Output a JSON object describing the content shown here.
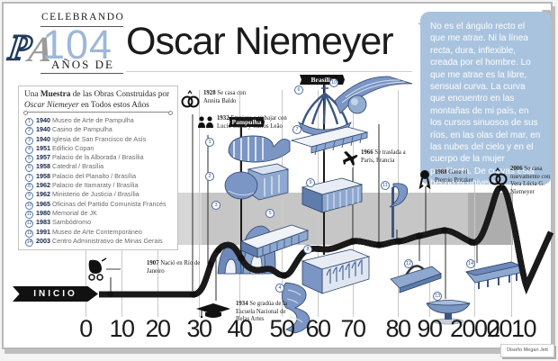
{
  "header": {
    "celebrando": "CELEBRANDO",
    "years_number": "104",
    "anos_de": "AÑOS DE",
    "title": "Oscar Niemeyer",
    "logo_p": "P",
    "logo_a": "A"
  },
  "quote": {
    "text": "No es el ángulo recto el que me atrae. Ni la línea recta, dura, inflexible, creada por el hombre. Lo que me atrae es la libre, sensual curva. La curva que encuentro en las montañas de mi país, en los cursos sinuosos de sus ríos, en las olas del mar, en las nubes del cielo y en el cuerpo de la mujer predilecta. De curvas está hecho el universo."
  },
  "works": {
    "heading_pre": "Una ",
    "heading_bold": "Muestra",
    "heading_mid": " de las Obras Construidas por ",
    "heading_italic": "Oscar Niemeyer",
    "heading_post": " en Todos estos Años",
    "items": [
      {
        "num": "1",
        "year": "1940",
        "name": "Museo de Arte de Pampulha"
      },
      {
        "num": "2",
        "year": "1940",
        "name": "Casino de Pampulha"
      },
      {
        "num": "3",
        "year": "1940",
        "name": "Iglesia de San Francisco de Asís"
      },
      {
        "num": "4",
        "year": "1951",
        "name": "Edificio Copan"
      },
      {
        "num": "5",
        "year": "1957",
        "name": "Palacio de la Alborada / Brasília"
      },
      {
        "num": "6",
        "year": "1958",
        "name": "Catedral / Brasília"
      },
      {
        "num": "7",
        "year": "1958",
        "name": "Palacio del Planalto / Brasília"
      },
      {
        "num": "8",
        "year": "1962",
        "name": "Palacio de Itamaraty / Brasília"
      },
      {
        "num": "9",
        "year": "1962",
        "name": "Ministerio de Justicia / Brasília"
      },
      {
        "num": "10",
        "year": "1965",
        "name": "Oficinas del Partido Comunista Francés"
      },
      {
        "num": "11",
        "year": "1980",
        "name": "Memorial de JK"
      },
      {
        "num": "12",
        "year": "1983",
        "name": "Sambódromo"
      },
      {
        "num": "13",
        "year": "1991",
        "name": "Museo de Arte Contemporáneo"
      },
      {
        "num": "14",
        "year": "2003",
        "name": "Centro Administrativo de Minas Gerais"
      }
    ]
  },
  "timeline": {
    "inicio_label": "INICIO",
    "decades": [
      "0",
      "10",
      "20",
      "30",
      "40",
      "50",
      "60",
      "70",
      "80",
      "90",
      "2000",
      "2010"
    ],
    "groups": [
      {
        "label": "Pampulha"
      },
      {
        "label": "Brasília"
      }
    ],
    "events": [
      {
        "year": "1907",
        "text": "Nació en Río de Janeiro",
        "icon": "baby-carriage"
      },
      {
        "year": "1928",
        "text": "Se casa con Annita Baldo",
        "icon": "wedding-rings"
      },
      {
        "year": "1932",
        "text": "Empieza a trabajar con Lucio Costa y Carlos Leão",
        "icon": "people"
      },
      {
        "year": "1934",
        "text": "Se gradúa de la Escuela Nacional de Belas Artes",
        "icon": "graduation-cap"
      },
      {
        "year": "1966",
        "text": "Se traslada a París, Francia",
        "icon": "airplane"
      },
      {
        "year": "1988",
        "text": "Gana el Premio Pritzker",
        "icon": "medal"
      },
      {
        "year": "2006",
        "text": "Se casa nuevamente con Vera Lúcia G. Niemeyer",
        "icon": "wedding-rings"
      }
    ]
  },
  "credit": "Diseño Megan Jett",
  "colors": {
    "accent_number": "#9db8d8",
    "quote_bg": "#a9c3df",
    "building_blue": "#7b95c4",
    "band_gray": "#c6c6c6",
    "road_black": "#1a1a1a"
  }
}
